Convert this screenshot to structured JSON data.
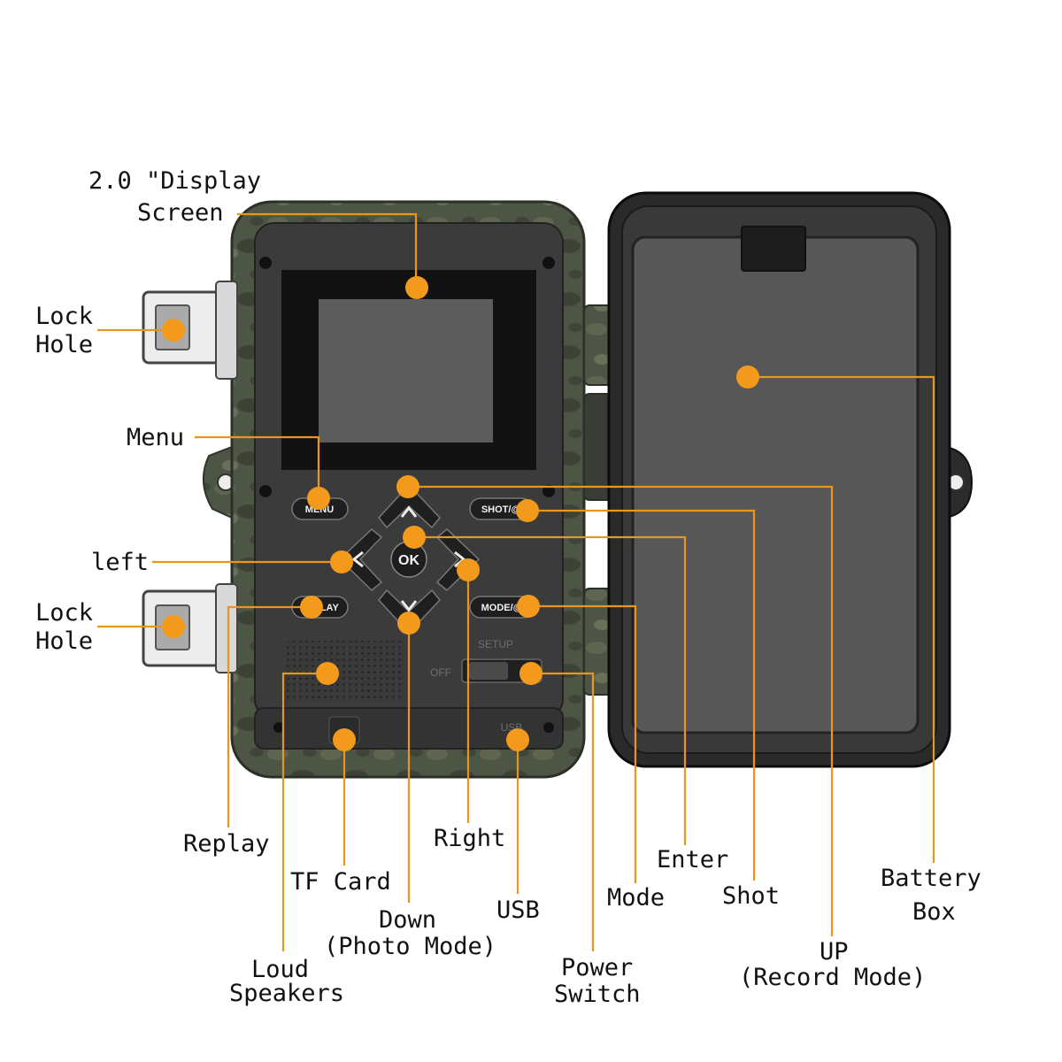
{
  "colors": {
    "accent": "#f39a1d",
    "leader": "#e8961e",
    "camo_body": "#4b5443",
    "panel": "#3a3a3a",
    "lcd_frame": "#1a1a1a",
    "lcd_screen": "#5a5a5a",
    "battery_box": "#555555"
  },
  "device_text": {
    "menu": "MENU",
    "shot": "SHOT/@",
    "replay": "REPLAY",
    "mode": "MODE/@",
    "ok": "OK",
    "setup": "SETUP",
    "off": "OFF",
    "usb": "USB"
  },
  "labels": {
    "display_line1": "2.0 \"Display",
    "display_line2": "Screen",
    "lock_hole_top_1": "Lock",
    "lock_hole_top_2": "Hole",
    "menu": "Menu",
    "left": "left",
    "lock_hole_bottom_1": "Lock",
    "lock_hole_bottom_2": "Hole",
    "replay": "Replay",
    "tf_card": "TF Card",
    "loud_speakers_1": "Loud",
    "loud_speakers_2": "Speakers",
    "down_1": "Down",
    "down_2": "(Photo Mode)",
    "right": "Right",
    "usb": "USB",
    "power_switch_1": "Power",
    "power_switch_2": "Switch",
    "mode": "Mode",
    "enter": "Enter",
    "shot": "Shot",
    "up_1": "UP",
    "up_2": "(Record Mode)",
    "battery_box_1": "Battery",
    "battery_box_2": "Box"
  }
}
